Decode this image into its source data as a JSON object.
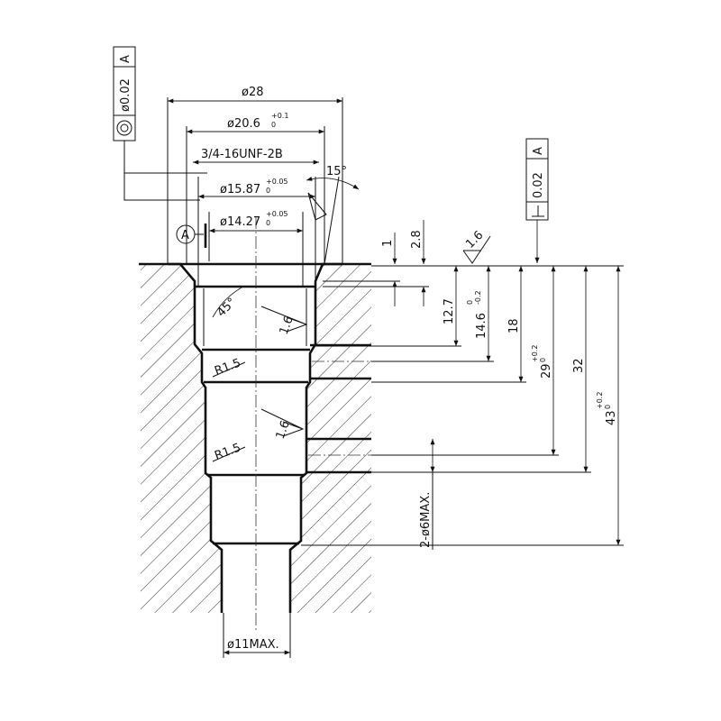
{
  "drawing": {
    "dims": {
      "d28": "ø28",
      "d20_6": "ø20.6",
      "d20_6_tol_upper": "+0.1",
      "d20_6_tol_lower": "0",
      "thread": "3/4-16UNF-2B",
      "angle15": "15°",
      "d15_87": "ø15.87",
      "d15_87_tol_upper": "+0.05",
      "d15_87_tol_lower": "0",
      "d14_27": "ø14.27",
      "d14_27_tol_upper": "+0.05",
      "d14_27_tol_lower": "0",
      "angle45": "45°",
      "r1_5_a": "R1.5",
      "r1_5_b": "R1.5",
      "d11max": "ø11MAX.",
      "d6max": "2-ø6MAX.",
      "v1": "1",
      "v2_8": "2.8",
      "v12_7": "12.7",
      "v14_6": "14.6",
      "v14_6_tol_upper": "0",
      "v14_6_tol_lower": "-0.2",
      "v18": "18",
      "v29": "29",
      "v29_tol_upper": "+0.2",
      "v29_tol_lower": "0",
      "v32": "32",
      "v43": "43",
      "v43_tol_upper": "+0.2",
      "v43_tol_lower": "0"
    },
    "surface_finish": {
      "top": "1.6",
      "bore1": "1.6",
      "bore2": "1.6"
    },
    "gdt": {
      "concentricity_value": "ø0.02",
      "concentricity_datum": "A",
      "perpendicularity_value": "0.02",
      "perpendicularity_datum": "A",
      "datum_label": "A"
    }
  }
}
